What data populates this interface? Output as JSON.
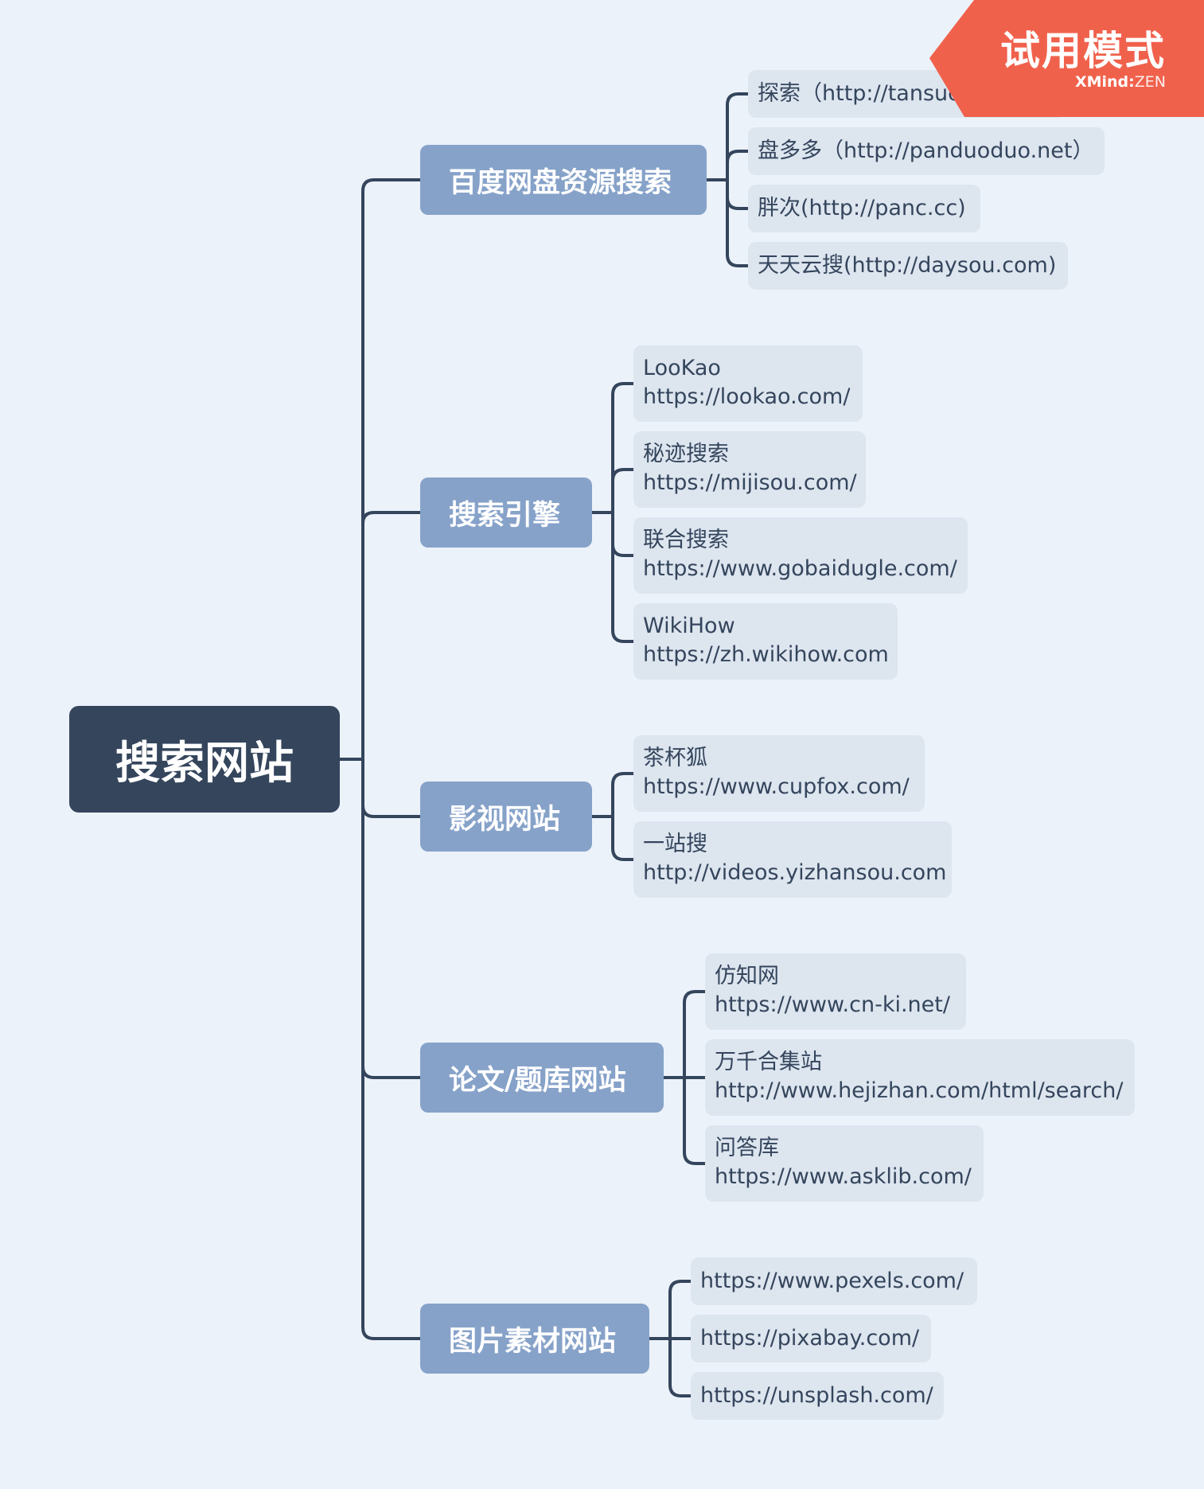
{
  "root": {
    "label": "搜索网站"
  },
  "categories": [
    {
      "label": "百度网盘资源搜索",
      "items": [
        {
          "lines": [
            "探索（http://tansuo233.com）"
          ]
        },
        {
          "lines": [
            "盘多多（http://panduoduo.net）"
          ]
        },
        {
          "lines": [
            "胖次(http://panc.cc)"
          ]
        },
        {
          "lines": [
            "天天云搜(http://daysou.com)"
          ]
        }
      ]
    },
    {
      "label": "搜索引擎",
      "items": [
        {
          "lines": [
            "LooKao",
            "https://lookao.com/"
          ]
        },
        {
          "lines": [
            "秘迹搜索",
            "https://mijisou.com/"
          ]
        },
        {
          "lines": [
            "联合搜索",
            "https://www.gobaidugle.com/"
          ]
        },
        {
          "lines": [
            "WikiHow",
            "https://zh.wikihow.com"
          ]
        }
      ]
    },
    {
      "label": "影视网站",
      "items": [
        {
          "lines": [
            "茶杯狐",
            "https://www.cupfox.com/"
          ]
        },
        {
          "lines": [
            "一站搜",
            "http://videos.yizhansou.com"
          ]
        }
      ]
    },
    {
      "label": "论文/题库网站",
      "items": [
        {
          "lines": [
            "仿知网",
            "https://www.cn-ki.net/"
          ]
        },
        {
          "lines": [
            "万千合集站",
            "http://www.hejizhan.com/html/search/"
          ]
        },
        {
          "lines": [
            "问答库",
            "https://www.asklib.com/"
          ]
        }
      ]
    },
    {
      "label": "图片素材网站",
      "items": [
        {
          "lines": [
            "https://www.pexels.com/"
          ]
        },
        {
          "lines": [
            "https://pixabay.com/"
          ]
        },
        {
          "lines": [
            "https://unsplash.com/"
          ]
        }
      ]
    }
  ],
  "watermark": {
    "title": "试用模式",
    "brand": "XMind",
    "separator": ":",
    "edition": "ZEN"
  },
  "colors": {
    "background": "#ecf2fa",
    "root": "#34455c",
    "category": "#86a2c9",
    "leaf": "#dde5ef",
    "connector": "#34455c",
    "watermark": "#f0614c"
  }
}
